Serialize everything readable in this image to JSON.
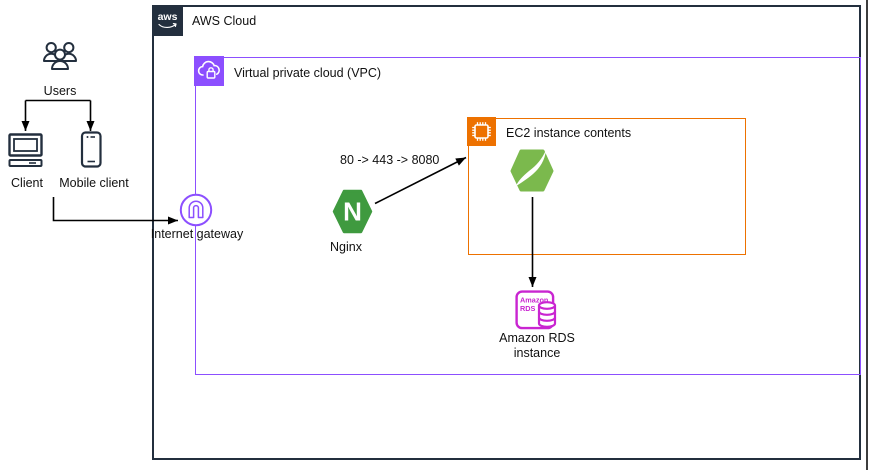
{
  "aws_cloud": {
    "label": "AWS Cloud",
    "logo": "aws"
  },
  "vpc": {
    "label": "Virtual private cloud (VPC)"
  },
  "ec2": {
    "label": "EC2 instance contents"
  },
  "nodes": {
    "users": {
      "label": "Users"
    },
    "client": {
      "label": "Client"
    },
    "mobile_client": {
      "label": "Mobile client"
    },
    "internet_gateway": {
      "label": "Internet gateway"
    },
    "nginx": {
      "label": "Nginx",
      "letter": "N"
    },
    "spring_app": {
      "icon": "spring-leaf-icon"
    },
    "rds": {
      "badge_line1": "Amazon",
      "badge_line2": "RDS",
      "label_line1": "Amazon RDS",
      "label_line2": "instance"
    }
  },
  "edges": {
    "nginx_to_ec2_label": "80 -> 443 -> 8080"
  },
  "colors": {
    "aws_dark": "#232F3E",
    "vpc_purple": "#8C4FFF",
    "ec2_orange": "#ED7100",
    "rds_magenta": "#C925D1",
    "nginx_green": "#3F9A3F",
    "spring_green": "#7BB94D",
    "line_black": "#000000"
  }
}
